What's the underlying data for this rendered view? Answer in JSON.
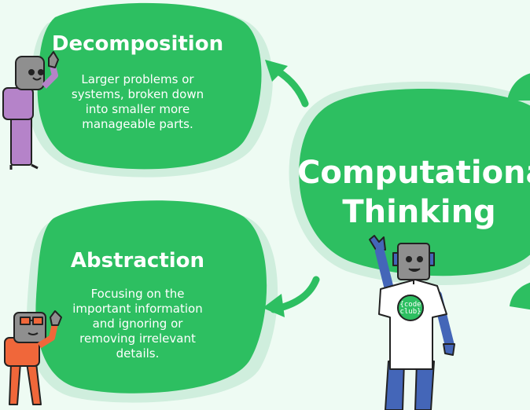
{
  "cards": [
    {
      "title": "Decomposition",
      "lines": [
        "Larger problems or",
        "systems, broken down",
        "into smaller more",
        "manageable parts."
      ]
    },
    {
      "title": "Abstraction",
      "lines": [
        "Focusing on the",
        "important information",
        "and ignoring or",
        "removing irrelevant",
        "details."
      ]
    }
  ],
  "center": {
    "lines": [
      "Computational",
      "Thinking"
    ]
  },
  "shirt_logo": [
    "{code",
    "club}"
  ],
  "colors": {
    "background": "#eefbf3",
    "blob": "#2dbf61",
    "blob_shadow": "#cfeedd",
    "arrow": "#2dbf61"
  }
}
